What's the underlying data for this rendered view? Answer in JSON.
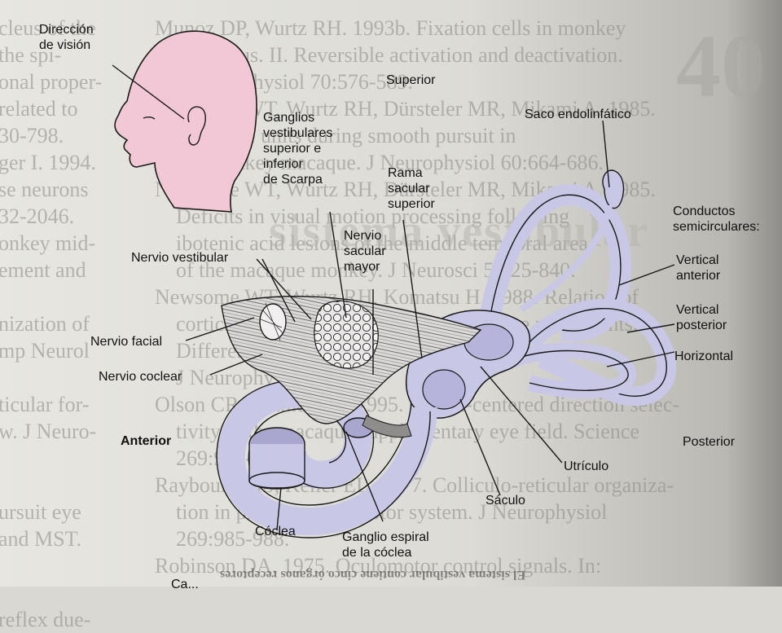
{
  "background": {
    "left_column": "cleus of the\nthe spi-\nonal proper-\nrelated to\n30-798.\nger I. 1994.\nse neurons\n32-2046.\nonkey mid-\nement and\n\nnization of\nmp Neurol\n\nticular for-\nw. J Neuro-\n\n\nursuit eye\nand MST.\n\n\nreflex due-",
    "right_column": "Munoz DP, Wurtz RH. 1993b. Fixation cells in monkey\n    colliculus. II. Reversible activation and deactivation.\n    J Neurophysiol 70:576-589.\nNewsome WT, Wurtz RH, Dürsteler MR, Mikami A. 1985.\n    ...pontine units during smooth pursuit in\n    the monkey macaque. J Neurophysiol 60:664-686.\nNewsome WT, Wurtz RH, Dürsteler MR, Mikami A. 1985.\n    Deficits in visual motion processing following\n    ibotenic acid lesions of the middle temporal area\n    of the macaque monkey. J Neurosci 5:825-840.\nNewsome WT, Wurtz RH, Komatsu H. 1988. Relation of\n    cortical areas MT and MST to pursuit eye movements.\n    Differences in visual and extraretinal inputs.\n    J Neurophysiol.\nOlson CR, Gettner SN. 1995. Object-centered direction selec-\n    tivity in the macaque supplementary eye field. Science\n    269:985-988.\nRaybourn MS, Keller EL. 1977. Colliculo-reticular organiza-\n    tion in primate oculomotor system. J Neurophysiol\n    269:985-988.\nRobinson DA. 1975. Oculomotor control signals. In:",
    "page_number": "40",
    "heading": "sistema vestibular",
    "footer": "El sistema vestibular contiene cinco órganos receptores"
  },
  "labels": {
    "vision": "Dirección\nde visión",
    "superior": "Superior",
    "ganglios": "Ganglios\nvestibulares\nsuperior e\ninferior\nde Scarpa",
    "rama": "Rama\nsacular\nsuperior",
    "saco": "Saco endolinfático",
    "conductos": "Conductos\nsemicirculares:",
    "vertical_anterior": "Vertical\nanterior",
    "vertical_posterior": "Vertical\nposterior",
    "horizontal": "Horizontal",
    "nervio_vestibular": "Nervio vestibular",
    "nervio_sacular": "Nervio\nsacular\nmayor",
    "nervio_facial": "Nervio facial",
    "nervio_coclear": "Nervio coclear",
    "anterior": "Anterior",
    "posterior": "Posterior",
    "utriculo": "Utrículo",
    "saculo": "Sáculo",
    "coclea": "Cóclea",
    "ganglio_espiral": "Ganglio espiral\nde la cóclea",
    "bottom_cut": "Ca..."
  },
  "colors": {
    "skin": "#f2c7d6",
    "labyrinth": "#c9c7e6",
    "labyrinth_dark": "#a9a6cf",
    "line": "#1a1a1a",
    "nerve": "#d9d6d6"
  }
}
